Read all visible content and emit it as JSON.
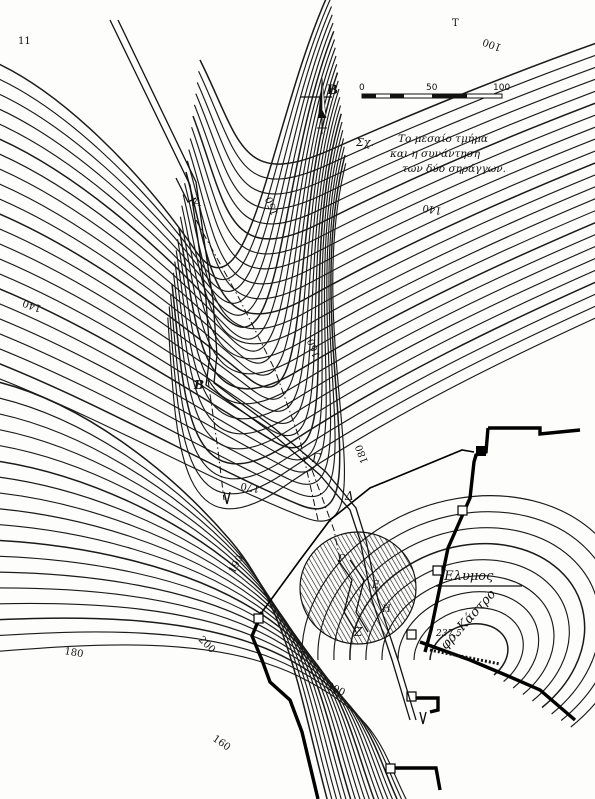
{
  "north_arrow": {
    "letter": "B"
  },
  "scale_bar": {
    "ticks": [
      "0",
      "50",
      "100"
    ]
  },
  "caption": {
    "prefix": "Σχ.",
    "lines": [
      "Το μεσαίο τμήμα",
      "και η συνάντηση",
      "των δύο σηράγγων."
    ]
  },
  "place_labels": {
    "elymos": "Έλυμος",
    "kastro": "φρ. Κάστρο"
  },
  "spot_height": "237,5",
  "contour_labels": [
    "100",
    "140",
    "140",
    "150",
    "160",
    "170",
    "180",
    "190",
    "200",
    "160",
    "200",
    "180"
  ],
  "point_labels": [
    "Α",
    "Β",
    "Γ",
    "Δ",
    "Ζ",
    "Ε",
    "Γ",
    "Η"
  ],
  "corner_marks": [
    "11",
    "T"
  ],
  "colors": {
    "ink": "#111111",
    "paper": "#fdfdfb"
  }
}
